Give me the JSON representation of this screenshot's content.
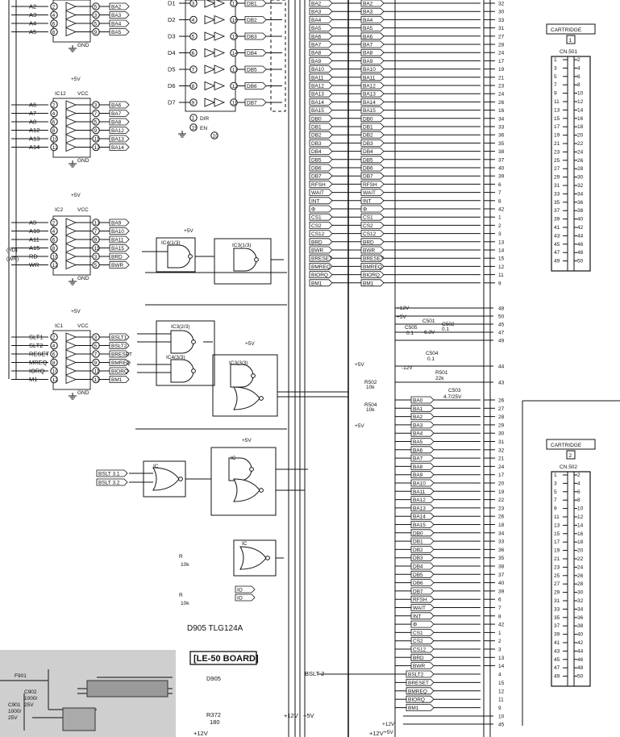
{
  "caption": "D905  TLG124A",
  "board_label": "[LE-50 BOARD]",
  "bslt2": "BSLT 2",
  "diode": "D905",
  "resistor": [
    "R372",
    "180"
  ],
  "supply": {
    "p12": "+12V",
    "p5": "+5V",
    "m12": "-12V",
    "p12b": "+12V"
  },
  "photo_labels": [
    "F901",
    "C902",
    "C901",
    "1000/",
    "1000/",
    "25V",
    "25V"
  ],
  "cartridges": [
    {
      "title": "CARTRIDGE",
      "num": "1",
      "conn": "CN.501"
    },
    {
      "title": "CARTRIDGE",
      "num": "2",
      "conn": "CN.502"
    }
  ],
  "cn_rows": [
    [
      "1",
      "2"
    ],
    [
      "3",
      "4"
    ],
    [
      "5",
      "6"
    ],
    [
      "7",
      "8"
    ],
    [
      "9",
      "10"
    ],
    [
      "11",
      "12"
    ],
    [
      "13",
      "14"
    ],
    [
      "15",
      "16"
    ],
    [
      "17",
      "18"
    ],
    [
      "19",
      "20"
    ],
    [
      "21",
      "22"
    ],
    [
      "23",
      "24"
    ],
    [
      "25",
      "26"
    ],
    [
      "27",
      "28"
    ],
    [
      "29",
      "30"
    ],
    [
      "31",
      "32"
    ],
    [
      "33",
      "34"
    ],
    [
      "35",
      "36"
    ],
    [
      "37",
      "38"
    ],
    [
      "39",
      "40"
    ],
    [
      "41",
      "42"
    ],
    [
      "43",
      "44"
    ],
    [
      "45",
      "46"
    ],
    [
      "47",
      "48"
    ],
    [
      "49",
      "50"
    ]
  ],
  "ics": [
    {
      "label": "IC12",
      "vcc": "VCC",
      "gnd": "GND"
    },
    {
      "label": "IC2",
      "vcc": "VCC",
      "gnd": "GND"
    },
    {
      "label": "IC1",
      "vcc": "VCC",
      "gnd": "GND"
    }
  ],
  "buf_ic": [
    {
      "in": [
        "A2",
        "A3",
        "A4",
        "A5"
      ],
      "out": [
        "BA2",
        "BA3",
        "BA4",
        "BA5"
      ]
    },
    {
      "in": [
        "A6",
        "A7",
        "A8",
        "A12",
        "A13",
        "A14"
      ],
      "out": [
        "BA6",
        "BA7",
        "BA8",
        "BA12",
        "BA13",
        "BA14"
      ]
    },
    {
      "in": [
        "A9",
        "A10",
        "A11",
        "A15",
        "RD",
        "WR"
      ],
      "out": [
        "BA9",
        "BA10",
        "BA11",
        "BA15",
        "BRD",
        "BWR"
      ]
    },
    {
      "in": [
        "SLT1",
        "SLT2",
        "RESET",
        "MREQ",
        "IORQ",
        "M1"
      ],
      "out": [
        "BSLT1",
        "BSLT2",
        "BRESET",
        "BMREQ",
        "BIORQ",
        "BM1"
      ]
    }
  ],
  "data_in": [
    "D1",
    "D2",
    "D3",
    "D4",
    "D5",
    "D6",
    "D7"
  ],
  "data_out": [
    "DB1",
    "DB2",
    "DB3",
    "DB4",
    "DB5",
    "DB6",
    "DB7"
  ],
  "dir": "DIR",
  "en": "EN",
  "gates": [
    "IC4(1/3)",
    "IC3(1/3)",
    "IC3(2/3)",
    "IC4(3/3)",
    "IC3(3/3)",
    "IC",
    "IC",
    "IC"
  ],
  "bus1": [
    [
      "BA2",
      "32"
    ],
    [
      "BA3",
      "30"
    ],
    [
      "BA4",
      "33"
    ],
    [
      "BA5",
      "31"
    ],
    [
      "BA6",
      "27"
    ],
    [
      "BA7",
      "28"
    ],
    [
      "BA8",
      "24"
    ],
    [
      "BA9",
      "17"
    ],
    [
      "BA10",
      "19"
    ],
    [
      "BA11",
      "21"
    ],
    [
      "BA12",
      "23"
    ],
    [
      "BA13",
      "24"
    ],
    [
      "BA14",
      "26"
    ],
    [
      "BA15",
      "16"
    ],
    [
      "DB0",
      "34"
    ],
    [
      "DB1",
      "33"
    ],
    [
      "DB2",
      "36"
    ],
    [
      "DB3",
      "35"
    ],
    [
      "DB4",
      "38"
    ],
    [
      "DB5",
      "37"
    ],
    [
      "DB6",
      "40"
    ],
    [
      "DB7",
      "39"
    ],
    [
      "RFSH",
      "6"
    ],
    [
      "WAIT",
      "7"
    ],
    [
      "INT",
      "8"
    ],
    [
      "Φ",
      "42"
    ],
    [
      "CS1",
      "1"
    ],
    [
      "CS2",
      "2"
    ],
    [
      "CS12",
      "3"
    ],
    [
      "BRD",
      "13"
    ],
    [
      "BWR",
      "14"
    ],
    [
      "BRESET",
      "15"
    ],
    [
      "BMREQ",
      "12"
    ],
    [
      "BIORQ",
      "11"
    ],
    [
      "BM1",
      "9"
    ]
  ],
  "bus2": [
    [
      "BA0",
      "26"
    ],
    [
      "BA1",
      "27"
    ],
    [
      "BA2",
      "28"
    ],
    [
      "BA3",
      "29"
    ],
    [
      "BA4",
      "30"
    ],
    [
      "BA5",
      "31"
    ],
    [
      "BA6",
      "32"
    ],
    [
      "BA7",
      "21"
    ],
    [
      "BA8",
      "24"
    ],
    [
      "BA9",
      "17"
    ],
    [
      "BA10",
      "20"
    ],
    [
      "BA11",
      "19"
    ],
    [
      "BA12",
      "22"
    ],
    [
      "BA13",
      "23"
    ],
    [
      "BA14",
      "26"
    ],
    [
      "BA15",
      "18"
    ],
    [
      "DB0",
      "34"
    ],
    [
      "DB1",
      "33"
    ],
    [
      "DB2",
      "36"
    ],
    [
      "DB3",
      "35"
    ],
    [
      "DB4",
      "38"
    ],
    [
      "DB5",
      "37"
    ],
    [
      "DB6",
      "40"
    ],
    [
      "DB7",
      "39"
    ],
    [
      "RFSH",
      "6"
    ],
    [
      "WAIT",
      "7"
    ],
    [
      "INT",
      "8"
    ],
    [
      "Φ",
      "42"
    ],
    [
      "CS1",
      "1"
    ],
    [
      "CS2",
      "2"
    ],
    [
      "CS12",
      "3"
    ],
    [
      "BRD",
      "13"
    ],
    [
      "BWR",
      "14"
    ]
  ],
  "bus2b": [
    [
      "BSLT2",
      "4"
    ],
    [
      "BRESET",
      "15"
    ],
    [
      "BMREQ",
      "12"
    ],
    [
      "BIORQ",
      "11"
    ],
    [
      "BM1",
      "9"
    ]
  ],
  "power_pins": [
    "48",
    "50",
    "45",
    "47",
    "49",
    "44",
    "43"
  ],
  "caps": [
    "C505",
    "0.1",
    "C501",
    "6.3V",
    "C502",
    "0.1",
    "C504",
    "0.1"
  ],
  "r501": [
    "R501",
    "22k"
  ],
  "c503": [
    "C503",
    "4.7/25V"
  ],
  "r502": [
    "R502",
    "10k"
  ],
  "r504": [
    "R504",
    "10k"
  ],
  "bslt3": [
    "BSLT 3.1",
    "BSLT 3.2"
  ],
  "rlow": [
    "R",
    "10k",
    "R",
    "10k"
  ],
  "io": [
    "IO",
    "IO"
  ],
  "bottom_pins": [
    "10",
    "45"
  ]
}
